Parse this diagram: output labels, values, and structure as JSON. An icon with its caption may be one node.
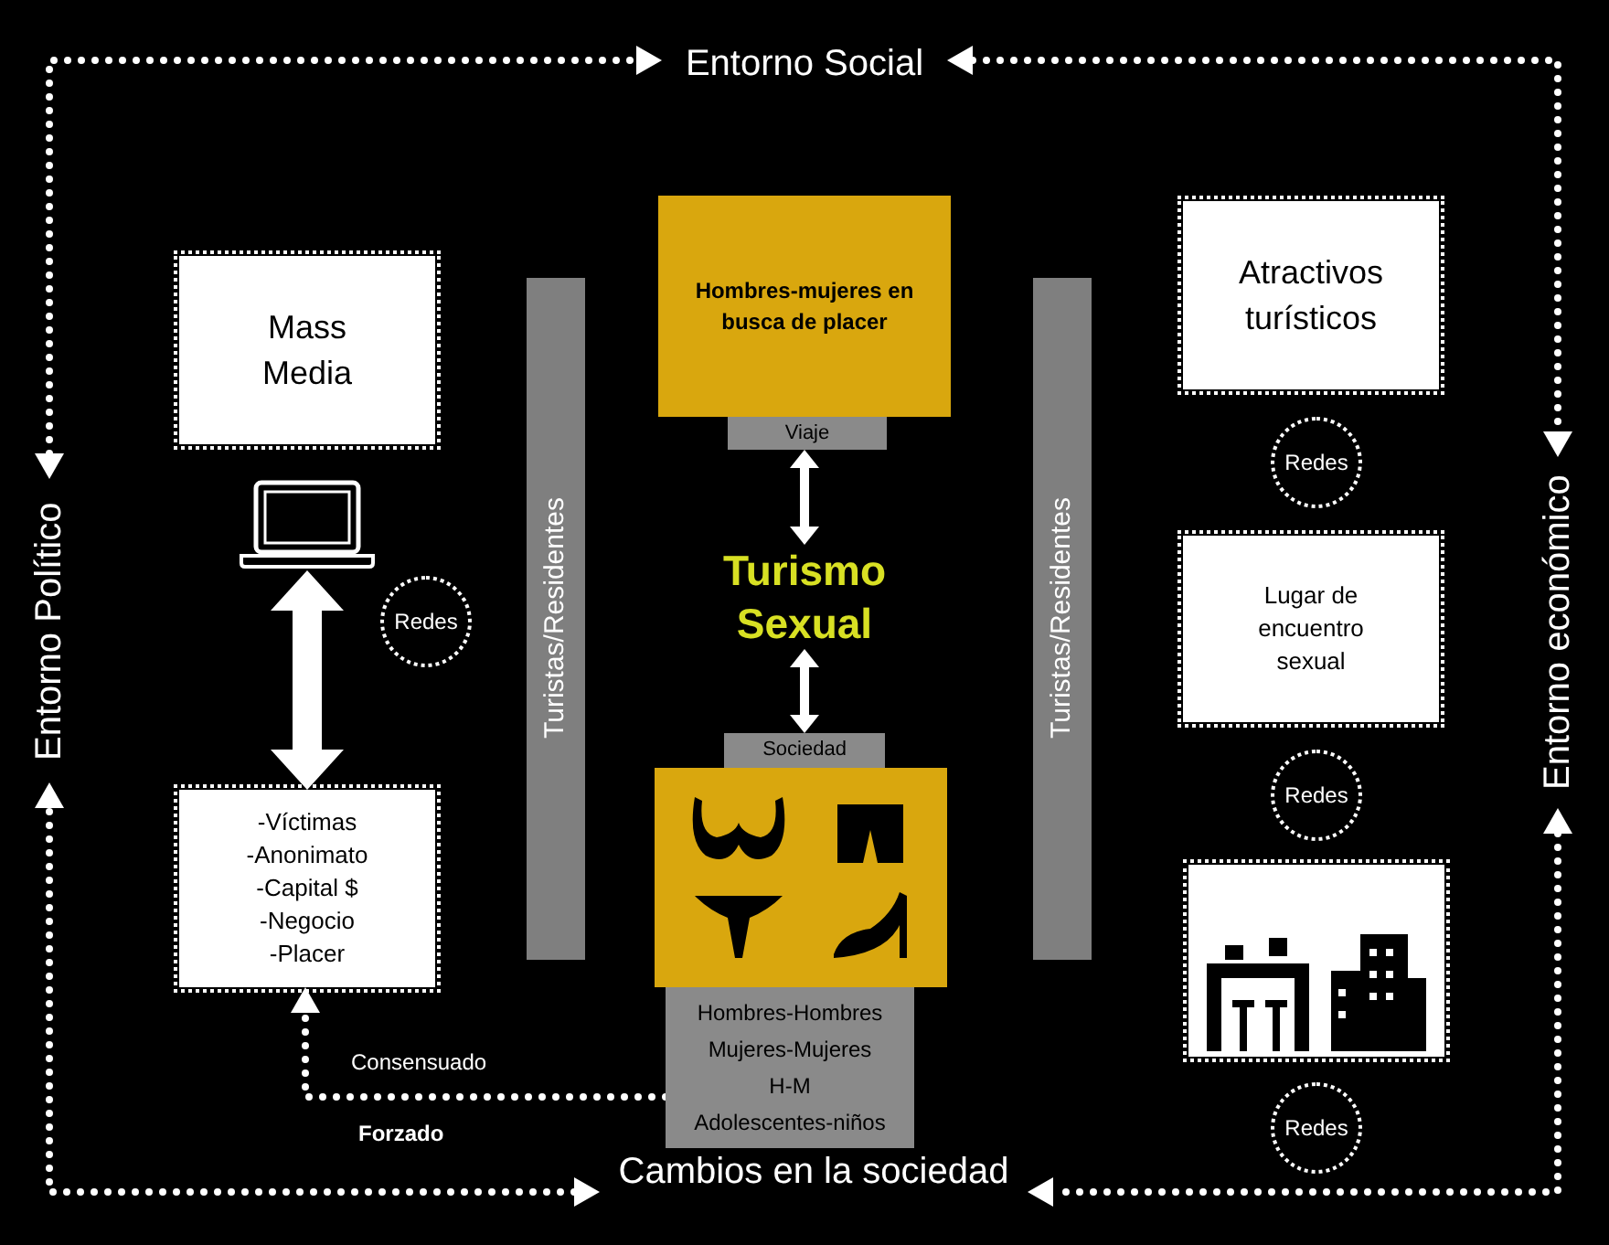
{
  "diagram": {
    "nodes": [
      {
        "text": [
          "Entorno Social"
        ]
      },
      {
        "text": [
          "Entorno Político"
        ]
      },
      {
        "text": [
          "Entorno económico"
        ]
      },
      {
        "text": [
          "Cambios en la sociedad"
        ]
      },
      {
        "text": [
          "Mass Media"
        ]
      },
      {
        "text": [],
        "shape": "picture"
      },
      {
        "text": [
          "Redes"
        ]
      },
      {
        "text": [
          "-Víctimas",
          "-Anonimato",
          "-Capital $",
          "-Negocio",
          "-Placer"
        ]
      },
      {
        "text": [
          "Turistas/Residentes"
        ]
      },
      {
        "text": [
          "Hombres-mujeres en busca de placer"
        ]
      },
      {
        "text": [
          "Viaje"
        ]
      },
      {
        "text": [
          "Turismo Sexual"
        ]
      },
      {
        "text": [
          "Sociedad"
        ]
      },
      {
        "text": [],
        "shape": "box"
      },
      {
        "text": [
          "Hombres-Hombres",
          "Mujeres-Mujeres",
          "H-M",
          "Adolescentes-niños"
        ]
      },
      {
        "text": [
          "Turistas/Residentes"
        ]
      },
      {
        "text": [
          "Atractivos turísticos"
        ]
      },
      {
        "text": [
          "Redes"
        ]
      },
      {
        "text": [
          "Lugar de encuentro sexual"
        ]
      },
      {
        "text": [
          "Redes"
        ]
      },
      {
        "text": [],
        "shape": "box"
      },
      {
        "text": [
          "Redes"
        ]
      }
    ],
    "edges": [
      {
        "from": 1,
        "to": 0,
        "arrow": "both",
        "style": "dashed"
      },
      {
        "from": 0,
        "to": 2,
        "arrow": "both",
        "style": "dashed"
      },
      {
        "from": 2,
        "to": 3,
        "arrow": "both",
        "style": "dashed"
      },
      {
        "from": 3,
        "to": 1,
        "arrow": "both",
        "style": "dashed"
      },
      {
        "from": 5,
        "to": 7,
        "arrow": "both",
        "style": "thick"
      },
      {
        "from": 10,
        "to": 11,
        "arrow": "both"
      },
      {
        "from": 11,
        "to": 12,
        "arrow": "both"
      },
      {
        "from": 14,
        "to": 7,
        "arrow": "to",
        "style": "dashed",
        "label": "Consensuado"
      }
    ],
    "labels": [
      "Forzado"
    ]
  }
}
